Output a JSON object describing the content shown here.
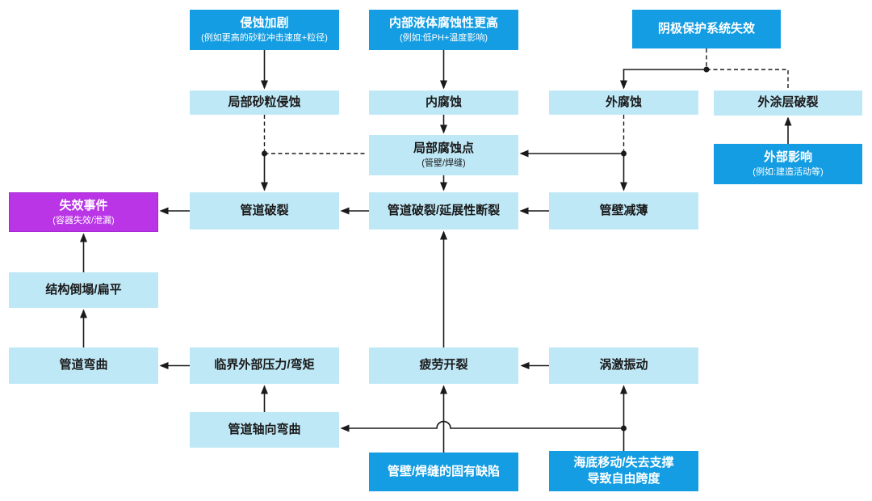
{
  "diagram": {
    "description": "海底管道失效故障树/因果流程图",
    "colors": {
      "primary_blue": "#149de2",
      "light_blue": "#bfe8f7",
      "event_purple": "#b935e6",
      "line": "#1a1a1a"
    },
    "nodes": {
      "erosion_aggravation": {
        "label": "侵蚀加剧",
        "sublabel": "(例如更高的砂粒冲击速度+粒径)"
      },
      "internal_fluid_corrosivity": {
        "label": "内部液体腐蚀性更高",
        "sublabel": "(例如:低PH+温度影响)"
      },
      "cathodic_protection_failure": {
        "label": "阴极保护系统失效"
      },
      "local_sand_erosion": {
        "label": "局部砂粒侵蚀"
      },
      "internal_corrosion": {
        "label": "内腐蚀"
      },
      "external_corrosion": {
        "label": "外腐蚀"
      },
      "external_coating_rupture": {
        "label": "外涂层破裂"
      },
      "local_corrosion_spot": {
        "label": "局部腐蚀点",
        "sublabel": "(管壁/焊缝)"
      },
      "external_impact": {
        "label": "外部影响",
        "sublabel": "(例如:建造活动等)"
      },
      "failure_event": {
        "label": "失效事件",
        "sublabel": "(容器失效/泄漏)"
      },
      "pipe_rupture": {
        "label": "管道破裂"
      },
      "pipe_rupture_ductile": {
        "label": "管道破裂/延展性断裂"
      },
      "pipe_wall_thinning": {
        "label": "管壁减薄"
      },
      "structural_collapse": {
        "label": "结构倒塌/扁平"
      },
      "pipe_bending": {
        "label": "管道弯曲"
      },
      "critical_external_pressure": {
        "label": "临界外部压力/弯矩"
      },
      "fatigue_cracking": {
        "label": "疲劳开裂"
      },
      "vortex_induced_vibration": {
        "label": "涡激振动"
      },
      "pipe_axial_bending": {
        "label": "管道轴向弯曲"
      },
      "inherent_defects": {
        "label": "管壁/焊缝的固有缺陷"
      },
      "seabed_movement": {
        "label": "海底移动/失去支撑",
        "label2": "导致自由跨度"
      }
    }
  }
}
